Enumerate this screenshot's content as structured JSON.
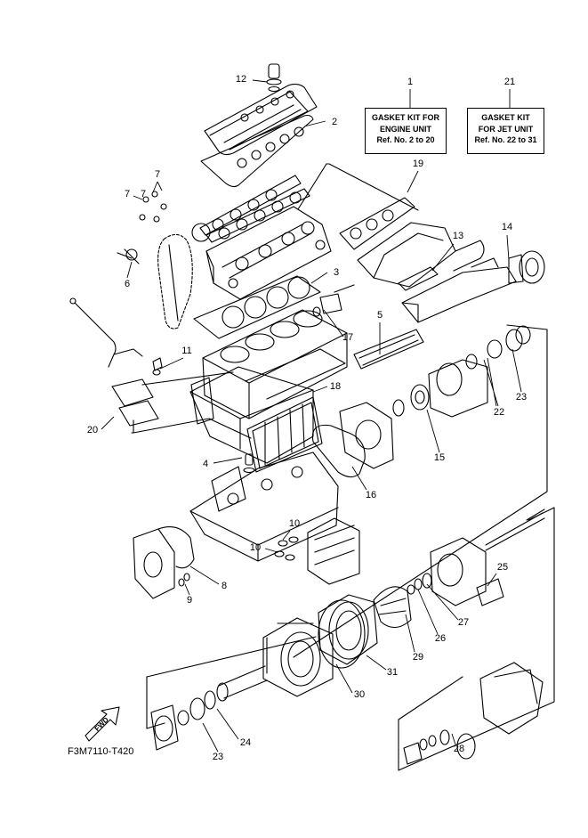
{
  "kits": [
    {
      "number": "1",
      "lines": [
        "GASKET KIT FOR",
        "ENGINE UNIT",
        "Ref. No. 2 to 20"
      ]
    },
    {
      "number": "21",
      "lines": [
        "GASKET KIT",
        "FOR JET UNIT",
        "Ref. No. 22 to 31"
      ]
    }
  ],
  "callouts": [
    "2",
    "3",
    "4",
    "5",
    "6",
    "7",
    "7",
    "7",
    "8",
    "9",
    "10",
    "10",
    "11",
    "12",
    "13",
    "14",
    "15",
    "16",
    "17",
    "18",
    "19",
    "20",
    "22",
    "23",
    "23",
    "24",
    "25",
    "26",
    "27",
    "28",
    "29",
    "30",
    "31"
  ],
  "fwd_label": "FWD",
  "figure_code": "F3M7110-T420"
}
